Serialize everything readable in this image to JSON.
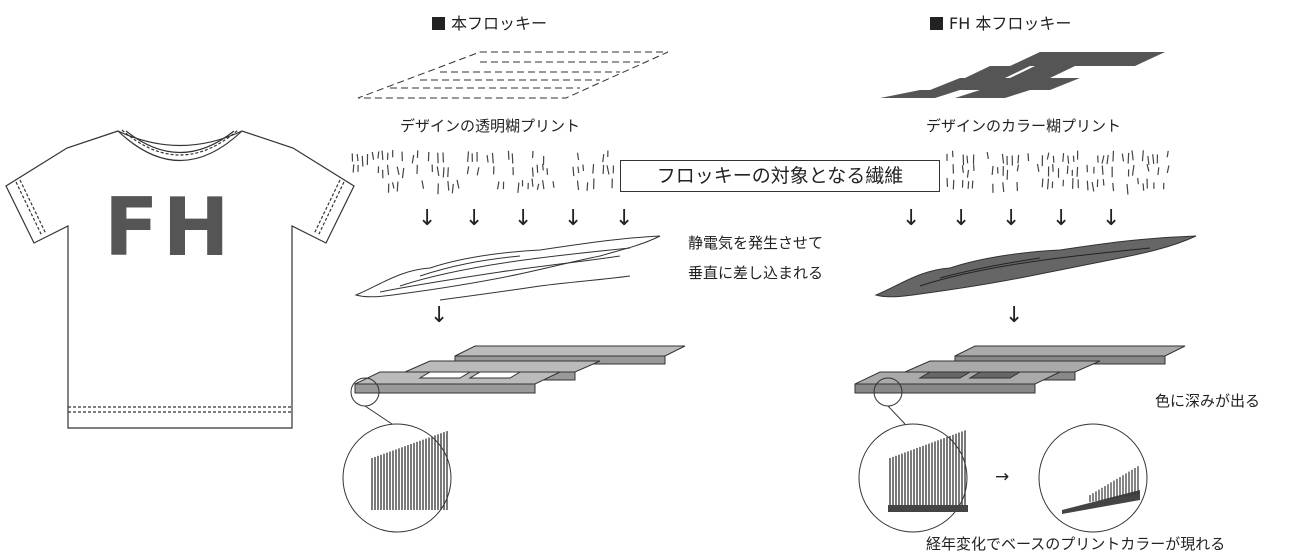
{
  "tshirt": {
    "logo": "FH"
  },
  "left": {
    "title": "本フロッキー",
    "print_label": "デザインの透明糊プリント",
    "static_label_line1": "静電気を発生させて",
    "static_label_line2": "垂直に差し込まれる"
  },
  "right": {
    "title": "FH 本フロッキー",
    "print_label": "デザインのカラー糊プリント",
    "depth_label": "色に深みが出る",
    "aging_label": "経年変化でベースのプリントカラーが現れる",
    "aging_arrow": "→"
  },
  "fiber_label": "フロッキーの対象となる繊維",
  "arrow_glyph": "↓",
  "colors": {
    "fill_gray": "#8a8a8a",
    "dark_gray": "#555555",
    "line": "#333333"
  }
}
